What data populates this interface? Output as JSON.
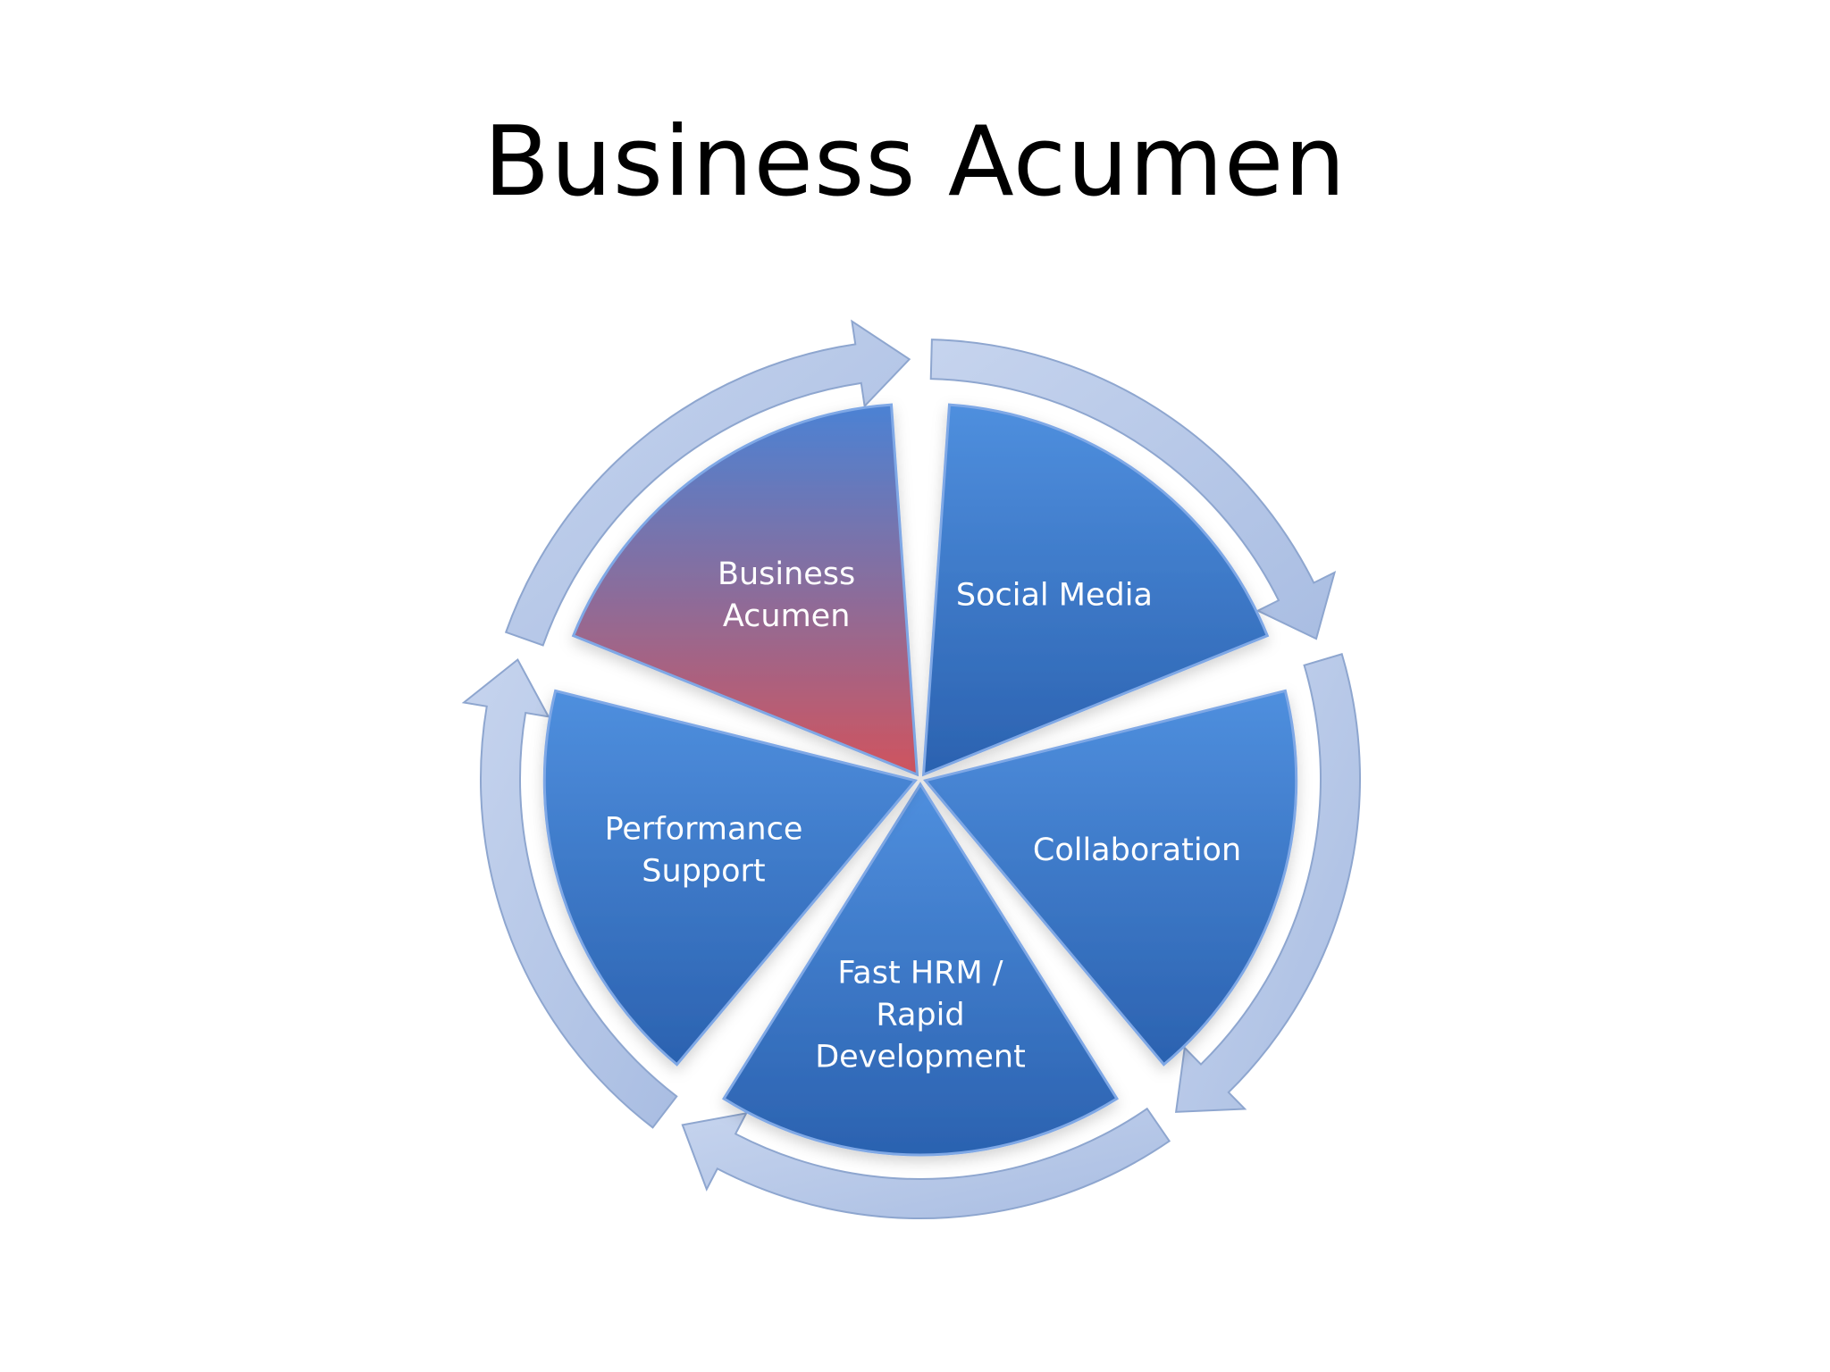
{
  "slide": {
    "title": "Business Acumen"
  },
  "diagram": {
    "type": "cycle",
    "segments": [
      {
        "id": "business-acumen",
        "lines": [
          "Business",
          "Acumen"
        ],
        "highlighted": true
      },
      {
        "id": "social-media",
        "lines": [
          "Social Media"
        ],
        "highlighted": false
      },
      {
        "id": "collaboration",
        "lines": [
          "Collaboration"
        ],
        "highlighted": false
      },
      {
        "id": "fast-hrm",
        "lines": [
          "Fast HRM /",
          "Rapid",
          "Development"
        ],
        "highlighted": false
      },
      {
        "id": "performance-support",
        "lines": [
          "Performance",
          "Support"
        ],
        "highlighted": false
      }
    ],
    "colors": {
      "segment_blue_light": "#4f8fde",
      "segment_blue_dark": "#2b62b0",
      "highlight_top": "#4b82d4",
      "highlight_bottom": "#d0545e",
      "arrow_fill": "#b5c7e6",
      "arrow_edge": "#8ea6cf"
    }
  }
}
